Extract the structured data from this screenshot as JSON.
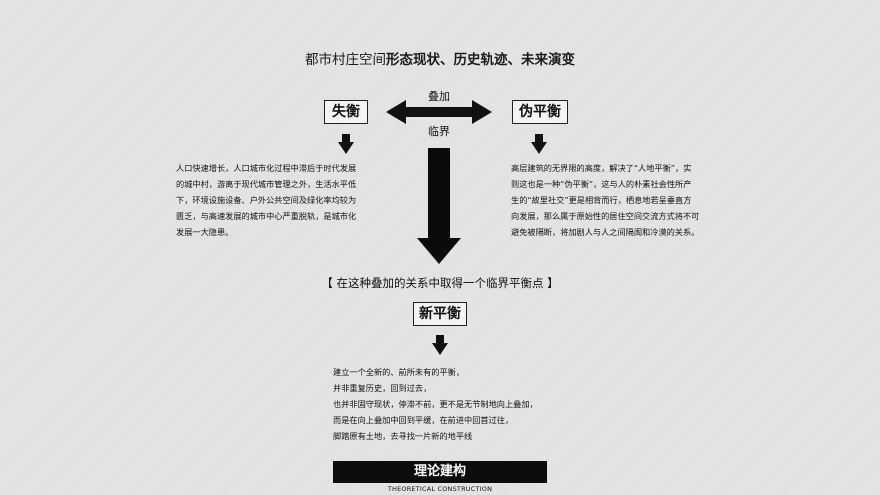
{
  "title": {
    "prefix": "都市村庄空间",
    "emphasis": "形态现状、历史轨迹、未来演变"
  },
  "left_box": {
    "label": "失衡"
  },
  "right_box": {
    "label": "伪平衡"
  },
  "center": {
    "top_label": "叠加",
    "bottom_label": "临界"
  },
  "left_text": [
    "人口快速增长，人口城市化过程中滞后于时代发展",
    "的城中村，游离于现代城市管理之外，生活水平低",
    "下，环境设施设备、户外公共空间及绿化率均较为",
    "匮乏，与高速发展的城市中心严重脱轨，是城市化",
    "发展一大隐患。"
  ],
  "right_text": [
    "高层建筑的无界限的高度，解决了“人地平衡”，实",
    "则这也是一种“伪平衡”，这与人的朴素社会性所产",
    "生的“故里社交”更是相背而行，栖息地若呈垂直方",
    "向发展，那么属于原始性的居住空间交流方式将不可",
    "避免被隔断，将加剧人与人之间隔阂和冷漠的关系。"
  ],
  "bracket_text": "【 在这种叠加的关系中取得一个临界平衡点 】",
  "new_box": {
    "label": "新平衡"
  },
  "bottom_text": [
    "建立一个全新的、前所未有的平衡，",
    "并非重复历史，回到过去，",
    "也并非固守现状，停滞不前，更不是无节制地向上叠加，",
    "而是在向上叠加中回到平缓，在前进中回首过往，",
    "脚踏原有土地，去寻找一片新的地平线"
  ],
  "footer": {
    "title": "理论建构",
    "subtitle": "THEORETICAL CONSTRUCTION"
  }
}
